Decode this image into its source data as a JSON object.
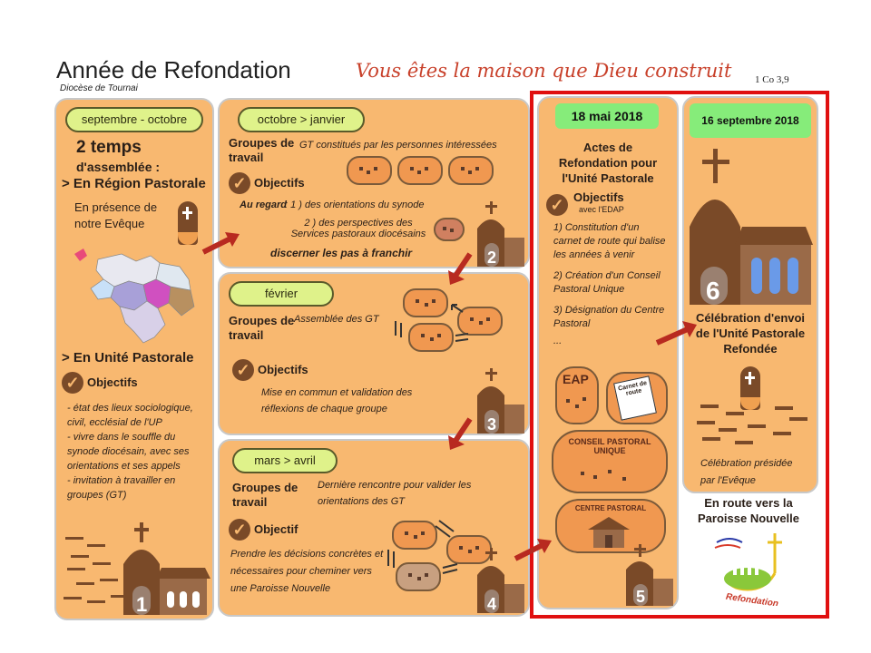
{
  "header": {
    "title": "Année de Refondation",
    "subtitle": "Diocèse de Tournai",
    "quote": "Vous êtes la maison que Dieu construit",
    "reference": "1 Co 3,9"
  },
  "col1": {
    "period": "septembre - octobre",
    "heading_line1": "2 temps",
    "heading_line2": "d'assemblée :",
    "region": "> En Région Pastorale",
    "presence": "En présence de notre Evêque",
    "unite": "> En Unité Pastorale",
    "objectifs": "Objectifs",
    "bullets": [
      "- état des lieux sociologique, civil, ecclésial de l'UP",
      "- vivre dans le souffle du synode diocésain, avec ses orientations et ses appels",
      "- invitation à travailler en groupes (GT)"
    ],
    "step": "1"
  },
  "col2a": {
    "period": "octobre > janvier",
    "groups": "Groupes de travail",
    "gt_desc": "GT constitués par les personnes intéressées",
    "objectifs": "Objectifs",
    "regard_label": "Au regard",
    "regard1": ": 1 ) des orientations du synode",
    "regard2": "2 ) des perspectives des Services pastoraux diocésains",
    "discern": "discerner  les pas à franchir",
    "step": "2"
  },
  "col2b": {
    "period": "février",
    "groups": "Groupes de travail",
    "assembly": "Assemblée des GT",
    "objectifs": "Objectifs",
    "text": "Mise en commun et validation des réflexions de chaque groupe",
    "step": "3"
  },
  "col2c": {
    "period": "mars > avril",
    "groups": "Groupes de travail",
    "meeting": "Dernière rencontre pour valider les orientations des GT",
    "objectif": "Objectif",
    "text": "Prendre les décisions concrètes et nécessaires pour cheminer vers une Paroisse Nouvelle",
    "step": "4"
  },
  "col3": {
    "date": "18 mai 2018",
    "title": "Actes de Refondation pour l'Unité Pastorale",
    "objectifs": "Objectifs",
    "avec": "avec l'EDAP",
    "items": [
      "1) Constitution d'un carnet de route qui balise les années à venir",
      "2) Création d'un Conseil Pastoral Unique",
      "3) Désignation du Centre Pastoral",
      "..."
    ],
    "eap": "EAP",
    "carnet": "Carnet de route",
    "conseil": "CONSEIL PASTORAL UNIQUE",
    "centre": "CENTRE PASTORAL",
    "step": "5"
  },
  "col4": {
    "date": "16 septembre 2018",
    "step": "6",
    "celebration": "Célébration d'envoi de l'Unité Pastorale Refondée",
    "presided": "Célébration présidée par l'Evêque",
    "route": "En route vers la Paroisse Nouvelle",
    "logo_text": "Refondation"
  },
  "colors": {
    "panel": "#f8b870",
    "pill": "#dff28a",
    "green_pill": "#86ec7a",
    "brown": "#7a4a28",
    "red_frame": "#e01010",
    "arrow": "#b82a20",
    "quote": "#c8402a"
  }
}
